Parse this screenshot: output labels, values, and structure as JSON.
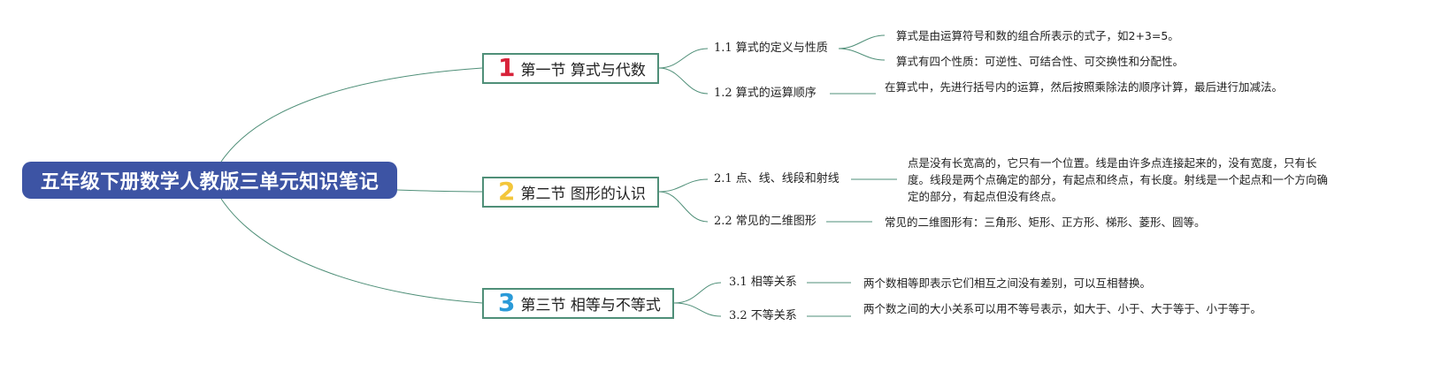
{
  "root": {
    "title": "五年级下册数学人教版三单元知识笔记"
  },
  "colors": {
    "root_fill": "#3d54a4",
    "connector": "#4f8f78",
    "section_border": "#4f8f78",
    "num_1": "#d8233a",
    "num_2": "#f3c63a",
    "num_3": "#2a9ad8"
  },
  "sections": [
    {
      "number": "1",
      "title": "第一节 算式与代数",
      "subs": [
        {
          "title": "1.1 算式的定义与性质",
          "notes": [
            "算式是由运算符号和数的组合所表示的式子，如2+3=5。",
            "算式有四个性质：可逆性、可结合性、可交换性和分配性。"
          ]
        },
        {
          "title": "1.2 算式的运算顺序",
          "notes": [
            "在算式中，先进行括号内的运算，然后按照乘除法的顺序计算，最后进行加减法。"
          ]
        }
      ]
    },
    {
      "number": "2",
      "title": "第二节 图形的认识",
      "subs": [
        {
          "title": "2.1 点、线、线段和射线",
          "notes": [
            "点是没有长宽高的，它只有一个位置。线是由许多点连接起来的，没有宽度，只有长度。线段是两个点确定的部分，有起点和终点，有长度。射线是一个起点和一个方向确定的部分，有起点但没有终点。"
          ]
        },
        {
          "title": "2.2 常见的二维图形",
          "notes": [
            "常见的二维图形有：三角形、矩形、正方形、梯形、菱形、圆等。"
          ]
        }
      ]
    },
    {
      "number": "3",
      "title": "第三节 相等与不等式",
      "subs": [
        {
          "title": "3.1 相等关系",
          "notes": [
            "两个数相等即表示它们相互之间没有差别，可以互相替换。"
          ]
        },
        {
          "title": "3.2 不等关系",
          "notes": [
            "两个数之间的大小关系可以用不等号表示，如大于、小于、大于等于、小于等于。"
          ]
        }
      ]
    }
  ]
}
